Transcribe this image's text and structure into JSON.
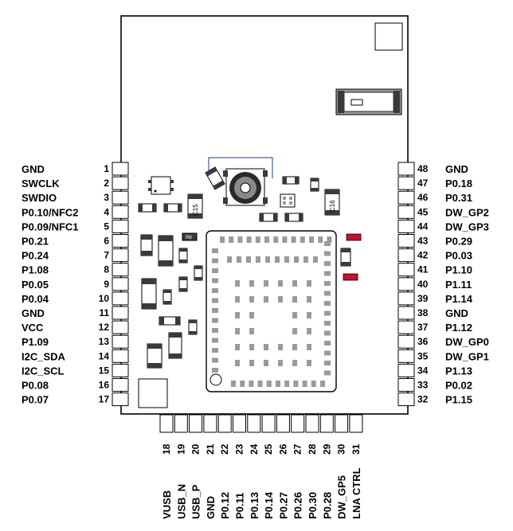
{
  "left_pins": [
    {
      "num": "1",
      "label": "GND"
    },
    {
      "num": "2",
      "label": "SWCLK"
    },
    {
      "num": "3",
      "label": "SWDIO"
    },
    {
      "num": "4",
      "label": "P0.10/NFC2"
    },
    {
      "num": "5",
      "label": "P0.09/NFC1"
    },
    {
      "num": "6",
      "label": "P0.21"
    },
    {
      "num": "7",
      "label": "P0.24"
    },
    {
      "num": "8",
      "label": "P1.08"
    },
    {
      "num": "9",
      "label": "P0.05"
    },
    {
      "num": "10",
      "label": "P0.04"
    },
    {
      "num": "11",
      "label": "GND"
    },
    {
      "num": "12",
      "label": "VCC"
    },
    {
      "num": "13",
      "label": "P1.09"
    },
    {
      "num": "14",
      "label": "I2C_SDA"
    },
    {
      "num": "15",
      "label": "I2C_SCL"
    },
    {
      "num": "16",
      "label": "P0.08"
    },
    {
      "num": "17",
      "label": "P0.07"
    }
  ],
  "right_pins": [
    {
      "num": "48",
      "label": "GND"
    },
    {
      "num": "47",
      "label": "P0.18"
    },
    {
      "num": "46",
      "label": "P0.31"
    },
    {
      "num": "45",
      "label": "DW_GP2"
    },
    {
      "num": "44",
      "label": "DW_GP3"
    },
    {
      "num": "43",
      "label": "P0.29"
    },
    {
      "num": "42",
      "label": "P0.03"
    },
    {
      "num": "41",
      "label": "P1.10"
    },
    {
      "num": "40",
      "label": "P1.11"
    },
    {
      "num": "39",
      "label": "P1.14"
    },
    {
      "num": "38",
      "label": "GND"
    },
    {
      "num": "37",
      "label": "P1.12"
    },
    {
      "num": "36",
      "label": "DW_GP0"
    },
    {
      "num": "35",
      "label": "DW_GP1"
    },
    {
      "num": "34",
      "label": "P1.13"
    },
    {
      "num": "33",
      "label": "P0.02"
    },
    {
      "num": "32",
      "label": "P1.15"
    }
  ],
  "bottom_pins": [
    {
      "num": "18",
      "label": "VUSB"
    },
    {
      "num": "19",
      "label": "USB_N"
    },
    {
      "num": "20",
      "label": "USB_P"
    },
    {
      "num": "21",
      "label": "GND"
    },
    {
      "num": "22",
      "label": "P0.12"
    },
    {
      "num": "23",
      "label": "P0.11"
    },
    {
      "num": "24",
      "label": "P0.13"
    },
    {
      "num": "25",
      "label": "P0.14"
    },
    {
      "num": "26",
      "label": "P0.27"
    },
    {
      "num": "27",
      "label": "P0.26"
    },
    {
      "num": "28",
      "label": "P0.30"
    },
    {
      "num": "29",
      "label": "P0.28"
    },
    {
      "num": "30",
      "label": "DW_GP5"
    },
    {
      "num": "31",
      "label": "LNA CTRL"
    }
  ],
  "components": {
    "c15": "C15",
    "c16": "C16",
    "r8": "R8"
  },
  "colors": {
    "outline": "#000000",
    "component_dark": "#3a3a3a",
    "component_gray": "#9a9a9a",
    "highlight_red": "#c8102e",
    "antenna_blue": "#1f3a8a"
  }
}
